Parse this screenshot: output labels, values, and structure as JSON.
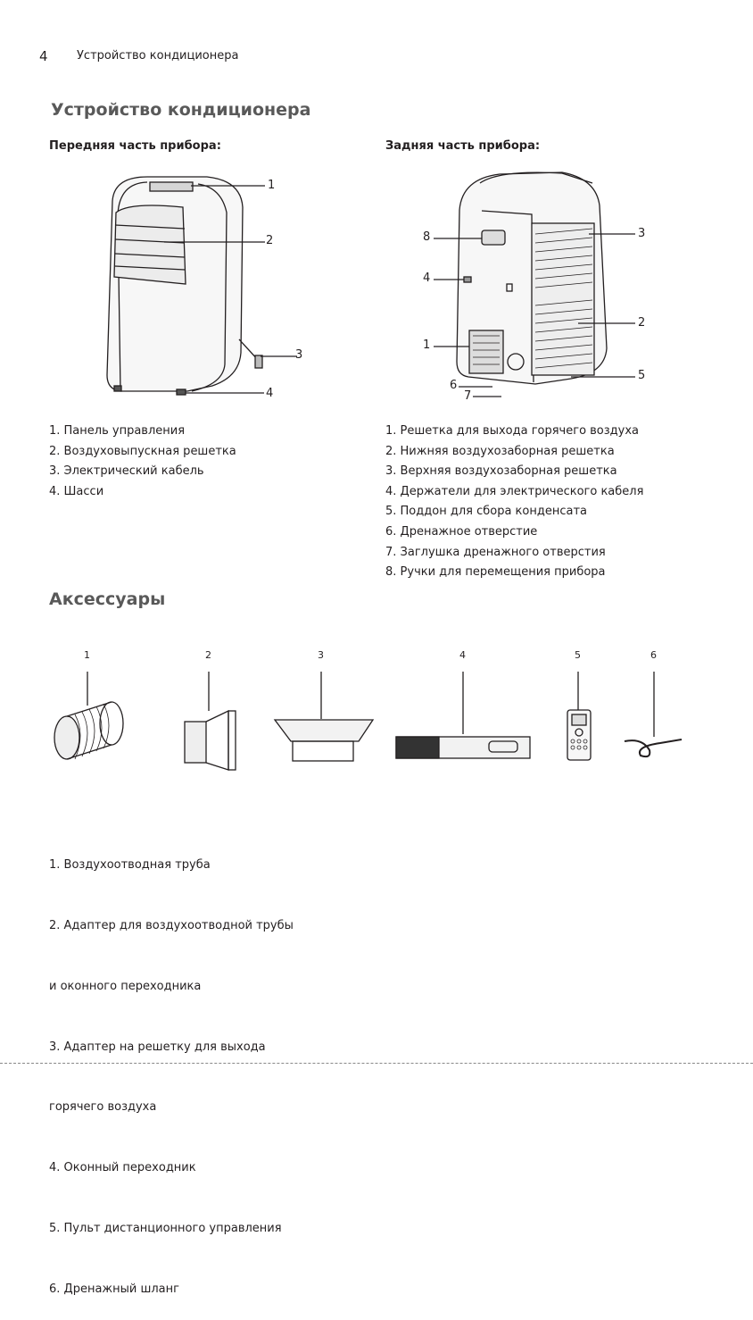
{
  "header": {
    "page_number": "4",
    "title": "Устройство кондиционера"
  },
  "section_title": "Устройство кондиционера",
  "front": {
    "title": "Передняя часть прибора:",
    "callouts": [
      "1",
      "2",
      "3",
      "4"
    ],
    "items": [
      "1.  Панель управления",
      "2.  Воздуховыпускная решетка",
      "3.  Электрический кабель",
      "4.  Шасси"
    ]
  },
  "back": {
    "title": "Задняя часть прибора:",
    "callouts": [
      "8",
      "4",
      "1",
      "6",
      "7",
      "3",
      "2",
      "5"
    ],
    "items": [
      "1.  Решетка для выхода горячего воздуха",
      "2.  Нижняя воздухозаборная решетка",
      "3.  Верхняя воздухозаборная решетка",
      "4.  Держатели для электрического кабеля",
      "5.  Поддон для сбора конденсата",
      "6.  Дренажное отверстие",
      "7.  Заглушка дренажного отверстия",
      "8.  Ручки для перемещения прибора"
    ]
  },
  "accessories": {
    "title": "Аксессуары",
    "labels": [
      "1",
      "2",
      "3",
      "4",
      "5",
      "6"
    ],
    "items": [
      "1.  Воздухоотводная труба",
      "2.  Адаптер для воздухоотводной трубы",
      "     и оконного переходника",
      "3.  Адаптер на решетку для выхода",
      "     горячего воздуха",
      "4.  Оконный переходник",
      "5.  Пульт дистанционного управления",
      "6.  Дренажный шланг"
    ]
  }
}
